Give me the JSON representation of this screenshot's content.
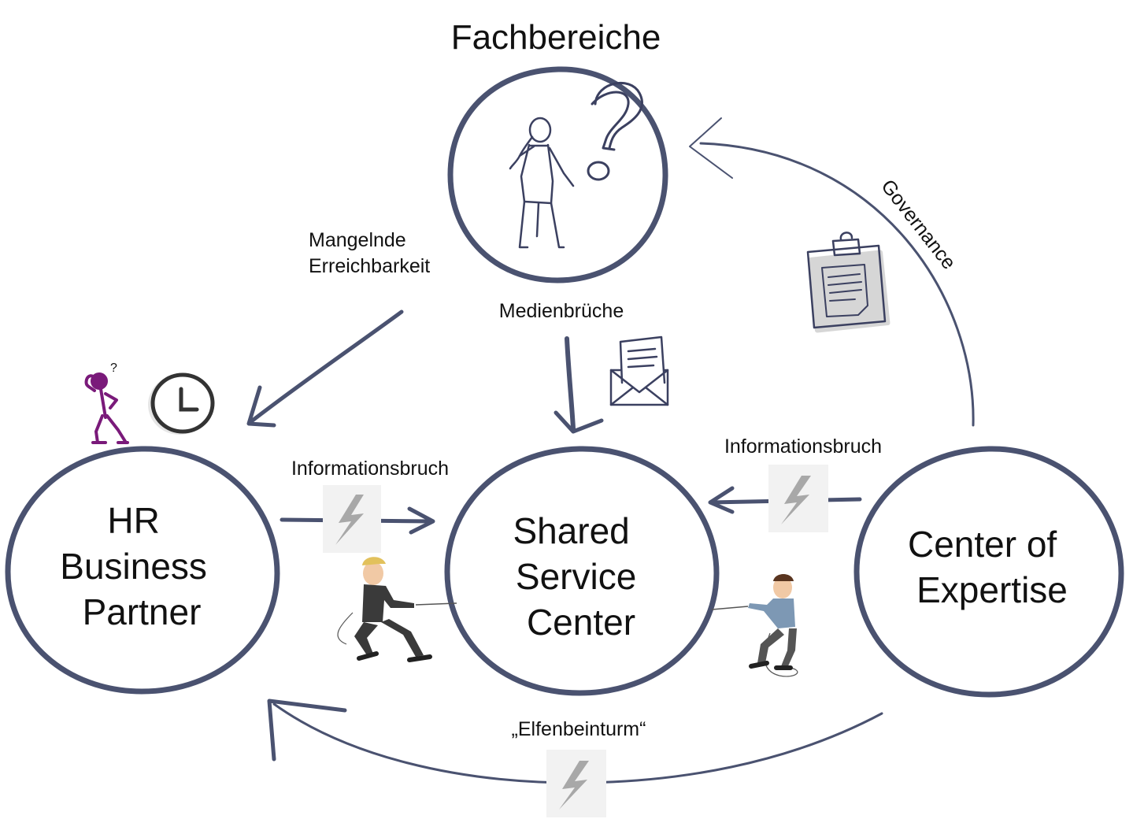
{
  "diagram": {
    "title": "Fachbereiche",
    "nodes": {
      "hrbp": {
        "lines": [
          "HR",
          "Business",
          "Partner"
        ],
        "fill": "#d6f1fb"
      },
      "ssc": {
        "lines": [
          "Shared",
          "Service",
          "Center"
        ],
        "fill": "#c8c8c8"
      },
      "coe": {
        "lines": [
          "Center of",
          "Expertise"
        ],
        "fill": "#fdebd0"
      },
      "fachbereiche": {
        "fill": "#ffffff"
      }
    },
    "edge_labels": {
      "erreichbarkeit": [
        "Mangelnde",
        "Erreichbarkeit"
      ],
      "medienbrueche": "Medienbrüche",
      "governance": "Governance",
      "info_left": "Informationsbruch",
      "info_right": "Informationsbruch",
      "elfenbeinturm": "„Elfenbeinturm“"
    },
    "colors": {
      "outline": "#4a5270",
      "purple_figure": "#7a1a7a",
      "bolt": "#a8a8a8"
    },
    "icons": [
      "person-question-icon",
      "question-mark-icon",
      "clipboard-icon",
      "envelope-letter-icon",
      "clock-icon",
      "confused-person-icon",
      "lightning-bolt-icon",
      "tug-of-war-man-icon"
    ]
  }
}
